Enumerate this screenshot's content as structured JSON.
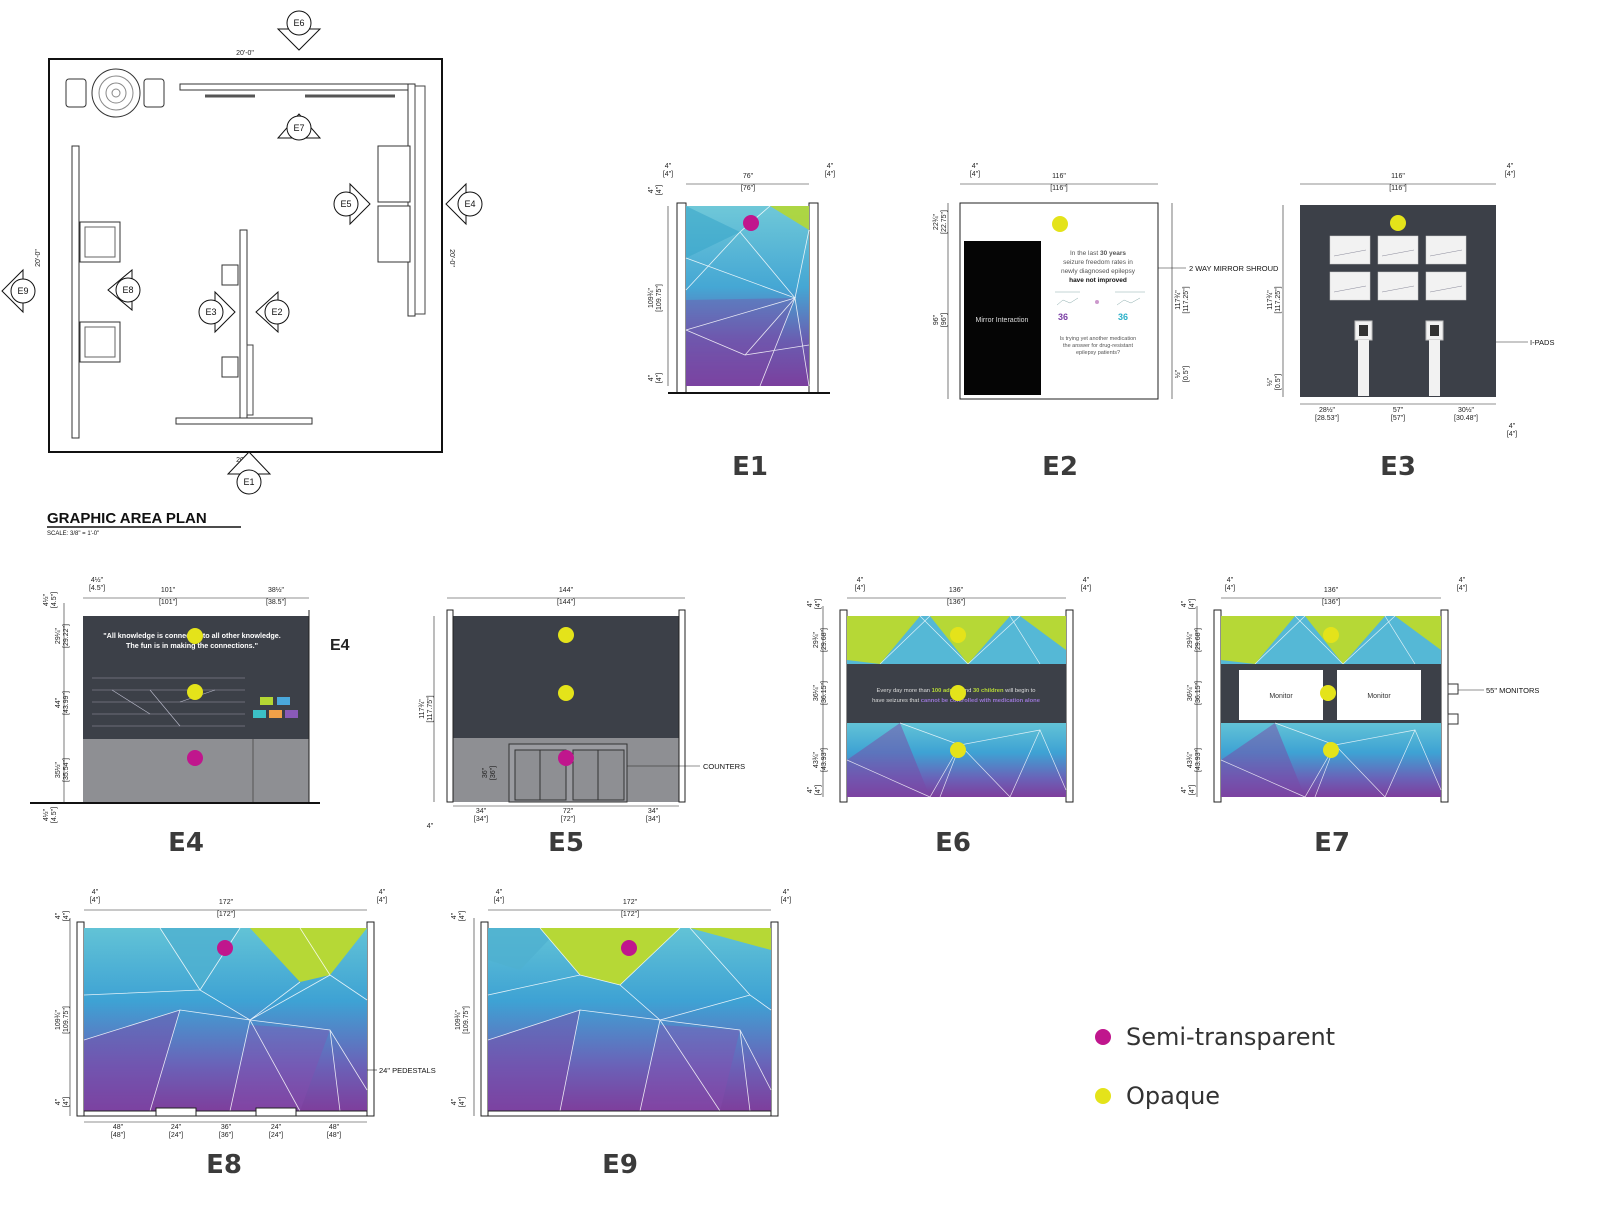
{
  "colors": {
    "semi_transparent": "#c0168d",
    "opaque": "#e4e31a",
    "panel_dark": "#3c4048",
    "counter_grey": "#8e8f93"
  },
  "plan": {
    "title": "GRAPHIC AREA PLAN",
    "scale": "SCALE: 3/8\" = 1'-0\"",
    "dim_top": "20'-0\"",
    "dim_bottom": "20'-0\"",
    "dim_left": "20'-0\"",
    "dim_right": "20'-0\"",
    "markers": [
      "E1",
      "E2",
      "E3",
      "E4",
      "E5",
      "E6",
      "E7",
      "E8",
      "E9"
    ]
  },
  "elevations": {
    "e1": {
      "label": "E1",
      "dims": {
        "left_side": "4\"",
        "left_side_m": "[4\"]",
        "right_side": "4\"",
        "right_side_m": "[4\"]",
        "width": "76\"",
        "width_m": "[76\"]",
        "top": "4\"",
        "top_m": "[4\"]",
        "height": "109¾\"",
        "height_m": "[109.75\"]",
        "bottom": "4\"",
        "bottom_m": "[4\"]"
      }
    },
    "e2": {
      "label": "E2",
      "mirror_text": "Mirror Interaction",
      "text_block": [
        "In the last",
        "30 years",
        "seizure freedom rates in",
        "newly diagnosed epilepsy",
        "have not improved"
      ],
      "question": [
        "Is trying yet another medication",
        "the answer for drug-resistant",
        "epilepsy patients?"
      ],
      "stat_a": "36",
      "stat_b": "36",
      "note": "2 WAY MIRROR SHROUD",
      "dims": {
        "left_side": "4\"",
        "left_side_m": "[4\"]",
        "width": "116\"",
        "width_m": "[116\"]",
        "top": "22¾\"",
        "top_m": "[22.75\"]",
        "mid": "96\"",
        "mid_m": "[96\"]",
        "height": "117¾\"",
        "height_m": "[117.25\"]",
        "bottom": "½\"",
        "bottom_m": "[0.5\"]"
      }
    },
    "e3": {
      "label": "E3",
      "note": "I-PADS",
      "dims": {
        "right_side": "4\"",
        "right_side_m": "[4\"]",
        "width": "116\"",
        "width_m": "[116\"]",
        "height": "117¾\"",
        "height_m": "[117.25\"]",
        "bottom": "½\"",
        "bottom_m": "[0.5\"]",
        "seg1": "28½\"",
        "seg1_m": "[28.53\"]",
        "seg2": "57\"",
        "seg2_m": "[57\"]",
        "seg3": "30½\"",
        "seg3_m": "[30.48\"]",
        "br": "4\"",
        "br_m": "[4\"]"
      }
    },
    "e4": {
      "label": "E4",
      "side_label": "E4",
      "quote_line1": "\"All knowledge is connected to all other knowledge.",
      "quote_line2": "The fun is in making the connections.\"",
      "dims": {
        "top_left": "4½\"",
        "top_left_m": "[4.5\"]",
        "width": "101\"",
        "width_m": "[101\"]",
        "right": "38½\"",
        "right_m": "[38.5\"]",
        "top": "4½\"",
        "top_m": "[4.5\"]",
        "h1": "29¼\"",
        "h1_m": "[29.22\"]",
        "h2": "44\"",
        "h2_m": "[43.99\"]",
        "h3": "35½\"",
        "h3_m": "[35.54\"]",
        "bottom": "4½\"",
        "bottom_m": "[4.5\"]"
      }
    },
    "e5": {
      "label": "E5",
      "note": "COUNTERS",
      "dims": {
        "width": "144\"",
        "width_m": "[144\"]",
        "height": "117¾\"",
        "height_m": "[117.75\"]",
        "counter_h": "36\"",
        "counter_h_m": "[36\"]",
        "seg1": "34\"",
        "seg1_m": "[34\"]",
        "seg2": "72\"",
        "seg2_m": "[72\"]",
        "seg3": "34\"",
        "seg3_m": "[34\"]",
        "bottom": "4\""
      }
    },
    "e6": {
      "label": "E6",
      "band_text_1": "Every day more than",
      "band_hl_1": "100 adults",
      "band_text_2": "and",
      "band_hl_2": "30 children",
      "band_text_3": "will begin to",
      "band_text_4": "have seizures that",
      "band_hl_3": "cannot be controlled with medication alone",
      "dims": {
        "left_side": "4\"",
        "left_side_m": "[4\"]",
        "right_side": "4\"",
        "right_side_m": "[4\"]",
        "width": "136\"",
        "width_m": "[136\"]",
        "top": "4\"",
        "top_m": "[4\"]",
        "h1": "29¾\"",
        "h1_m": "[29.68\"]",
        "h2": "36¼\"",
        "h2_m": "[36.15\"]",
        "h3": "43¾\"",
        "h3_m": "[43.93\"]",
        "bottom": "4\"",
        "bottom_m": "[4\"]"
      }
    },
    "e7": {
      "label": "E7",
      "monitor_1": "Monitor",
      "monitor_2": "Monitor",
      "note": "55\" MONITORS",
      "dims": {
        "left_side": "4\"",
        "left_side_m": "[4\"]",
        "right_side": "4\"",
        "right_side_m": "[4\"]",
        "width": "136\"",
        "width_m": "[136\"]",
        "top": "4\"",
        "top_m": "[4\"]",
        "h1": "29¾\"",
        "h1_m": "[29.68\"]",
        "h2": "36¼\"",
        "h2_m": "[36.15\"]",
        "h3": "43¾\"",
        "h3_m": "[43.93\"]",
        "bottom": "4\"",
        "bottom_m": "[4\"]"
      }
    },
    "e8": {
      "label": "E8",
      "note": "24\" PEDESTALS",
      "dims": {
        "left_side": "4\"",
        "left_side_m": "[4\"]",
        "right_side": "4\"",
        "right_side_m": "[4\"]",
        "width": "172\"",
        "width_m": "[172\"]",
        "top": "4\"",
        "top_m": "[4\"]",
        "height": "109¾\"",
        "height_m": "[109.75\"]",
        "bottom": "4\"",
        "bottom_m": "[4\"]",
        "seg1": "48\"",
        "seg1_m": "[48\"]",
        "seg2": "24\"",
        "seg2_m": "[24\"]",
        "seg3": "36\"",
        "seg3_m": "[36\"]",
        "seg4": "24\"",
        "seg4_m": "[24\"]",
        "seg5": "48\"",
        "seg5_m": "[48\"]"
      }
    },
    "e9": {
      "label": "E9",
      "dims": {
        "left_side": "4\"",
        "left_side_m": "[4\"]",
        "right_side": "4\"",
        "right_side_m": "[4\"]",
        "width": "172\"",
        "width_m": "[172\"]",
        "top": "4\"",
        "top_m": "[4\"]",
        "height": "109¾\"",
        "height_m": "[109.75\"]",
        "bottom": "4\"",
        "bottom_m": "[4\"]"
      }
    }
  },
  "legend": [
    {
      "label": "Semi-transparent",
      "color": "#c0168d"
    },
    {
      "label": "Opaque",
      "color": "#e4e31a"
    }
  ]
}
